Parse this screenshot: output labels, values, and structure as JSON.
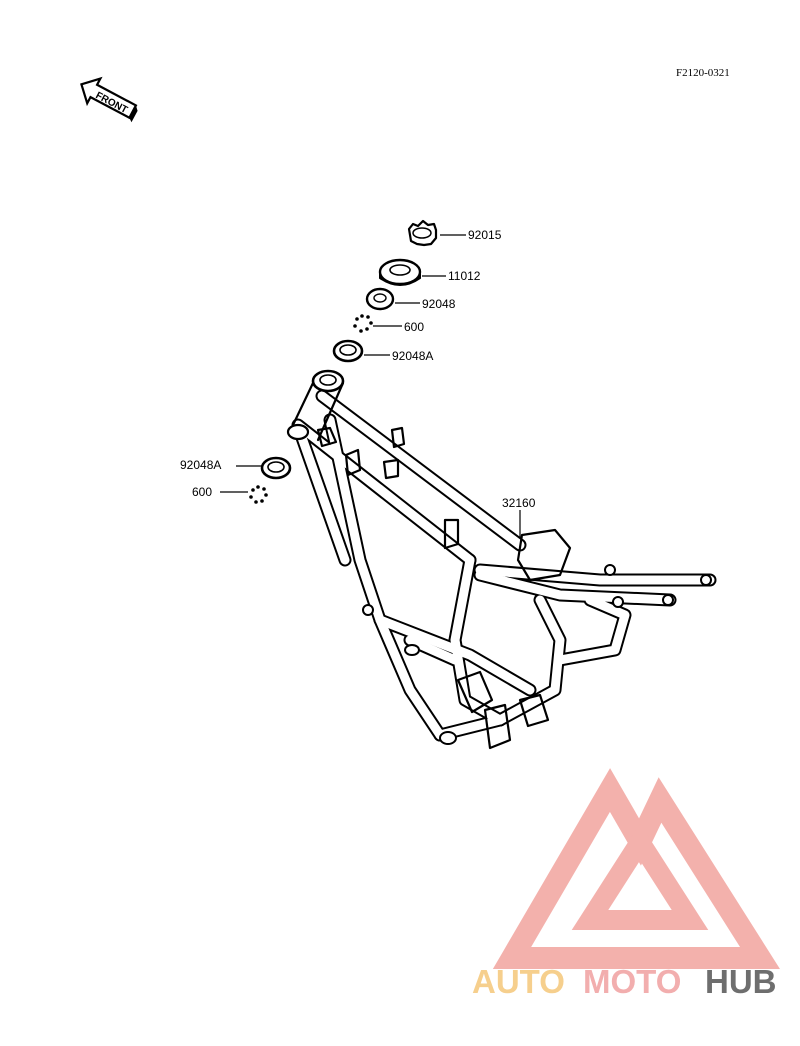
{
  "diagram_ref": "F2120-0321",
  "front_label": "FRONT",
  "parts": {
    "nut": "92015",
    "cap": "11012",
    "upper_race": "92048",
    "upper_balls": "600",
    "upper_race_a": "92048A",
    "lower_race_a": "92048A",
    "lower_balls": "600",
    "frame": "32160"
  },
  "watermark": {
    "brand_a": "AUTO",
    "brand_b": "MOTO",
    "brand_c": "HUB",
    "color_a": "#F5C77A",
    "color_b": "#F0A0A0",
    "color_c": "#555555",
    "logo_color": "#F2A49E"
  }
}
